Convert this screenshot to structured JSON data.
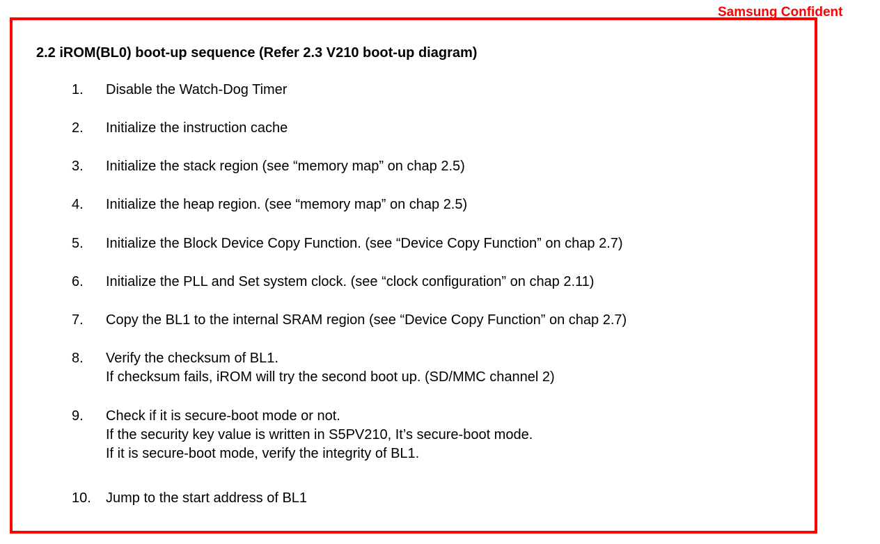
{
  "confidential_label": "Samsung Confident",
  "section_heading": "2.2 iROM(BL0) boot-up sequence (Refer 2.3 V210 boot-up diagram)",
  "steps": [
    {
      "number": "1.",
      "lines": [
        "Disable the Watch-Dog Timer"
      ]
    },
    {
      "number": "2.",
      "lines": [
        "Initialize the instruction cache"
      ]
    },
    {
      "number": "3.",
      "lines": [
        "Initialize the stack region (see “memory map” on chap 2.5)"
      ]
    },
    {
      "number": "4.",
      "lines": [
        "Initialize the heap region. (see “memory map” on chap 2.5)"
      ]
    },
    {
      "number": "5.",
      "lines": [
        "Initialize the Block Device Copy Function. (see “Device Copy Function” on chap 2.7)"
      ]
    },
    {
      "number": "6.",
      "lines": [
        "Initialize the PLL and Set system clock. (see “clock configuration” on chap 2.11)"
      ]
    },
    {
      "number": "7.",
      "lines": [
        "Copy the BL1 to the internal SRAM region (see “Device Copy Function” on chap 2.7)"
      ]
    },
    {
      "number": "8.",
      "lines": [
        "Verify the checksum of BL1.",
        "If checksum fails, iROM will try the second boot up. (SD/MMC channel 2)"
      ]
    },
    {
      "number": "9.",
      "lines": [
        "Check if it is secure-boot mode or not.",
        "If the security key value is written in S5PV210, It’s secure-boot mode.",
        "If it is secure-boot mode, verify the integrity of BL1."
      ]
    },
    {
      "number": "10.",
      "lines": [
        "Jump to the start address of BL1"
      ]
    }
  ]
}
